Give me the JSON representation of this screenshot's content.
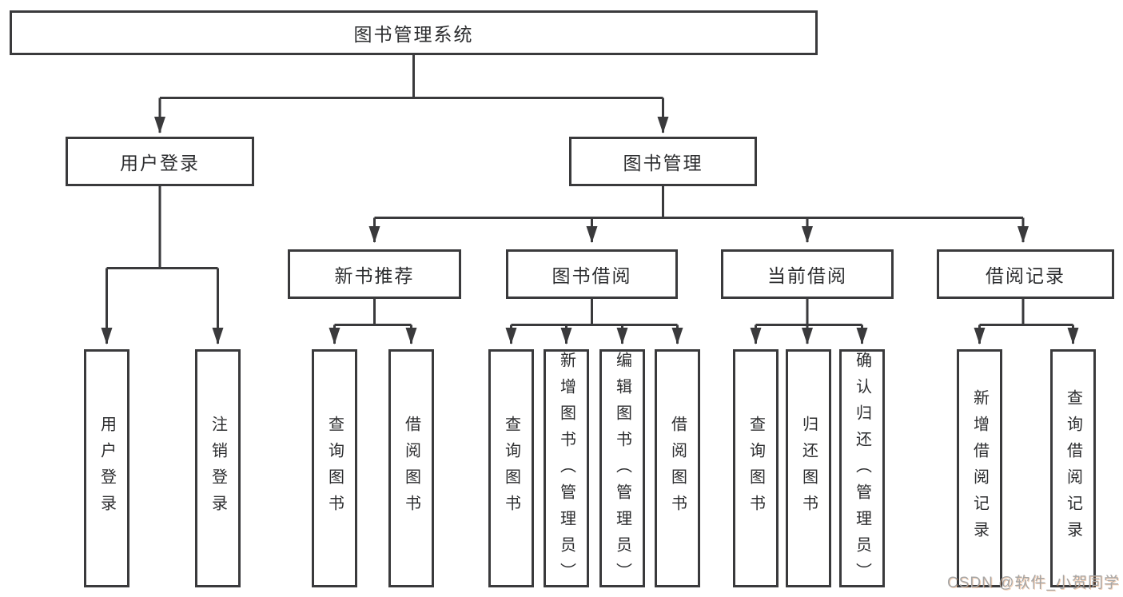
{
  "tree": {
    "label": "图书管理系统",
    "children": [
      {
        "label": "用户登录",
        "children": [
          {
            "label": "用户登录"
          },
          {
            "label": "注销登录"
          }
        ]
      },
      {
        "label": "图书管理",
        "children": [
          {
            "label": "新书推荐",
            "children": [
              {
                "label": "查询图书"
              },
              {
                "label": "借阅图书"
              }
            ]
          },
          {
            "label": "图书借阅",
            "children": [
              {
                "label": "查询图书"
              },
              {
                "label": "新增图书（管理员）"
              },
              {
                "label": "编辑图书（管理员）"
              },
              {
                "label": "借阅图书"
              }
            ]
          },
          {
            "label": "当前借阅",
            "children": [
              {
                "label": "查询图书"
              },
              {
                "label": "归还图书"
              },
              {
                "label": "确认归还（管理员）"
              }
            ]
          },
          {
            "label": "借阅记录",
            "children": [
              {
                "label": "新增借阅记录"
              },
              {
                "label": "查询借阅记录"
              }
            ]
          }
        ]
      }
    ]
  },
  "colors": {
    "line": "#3a3a3c",
    "text": "#2c2d2f",
    "watermark": "#a6a6a6"
  },
  "watermark": {
    "text": "CSDN @软件_小贺同学"
  }
}
